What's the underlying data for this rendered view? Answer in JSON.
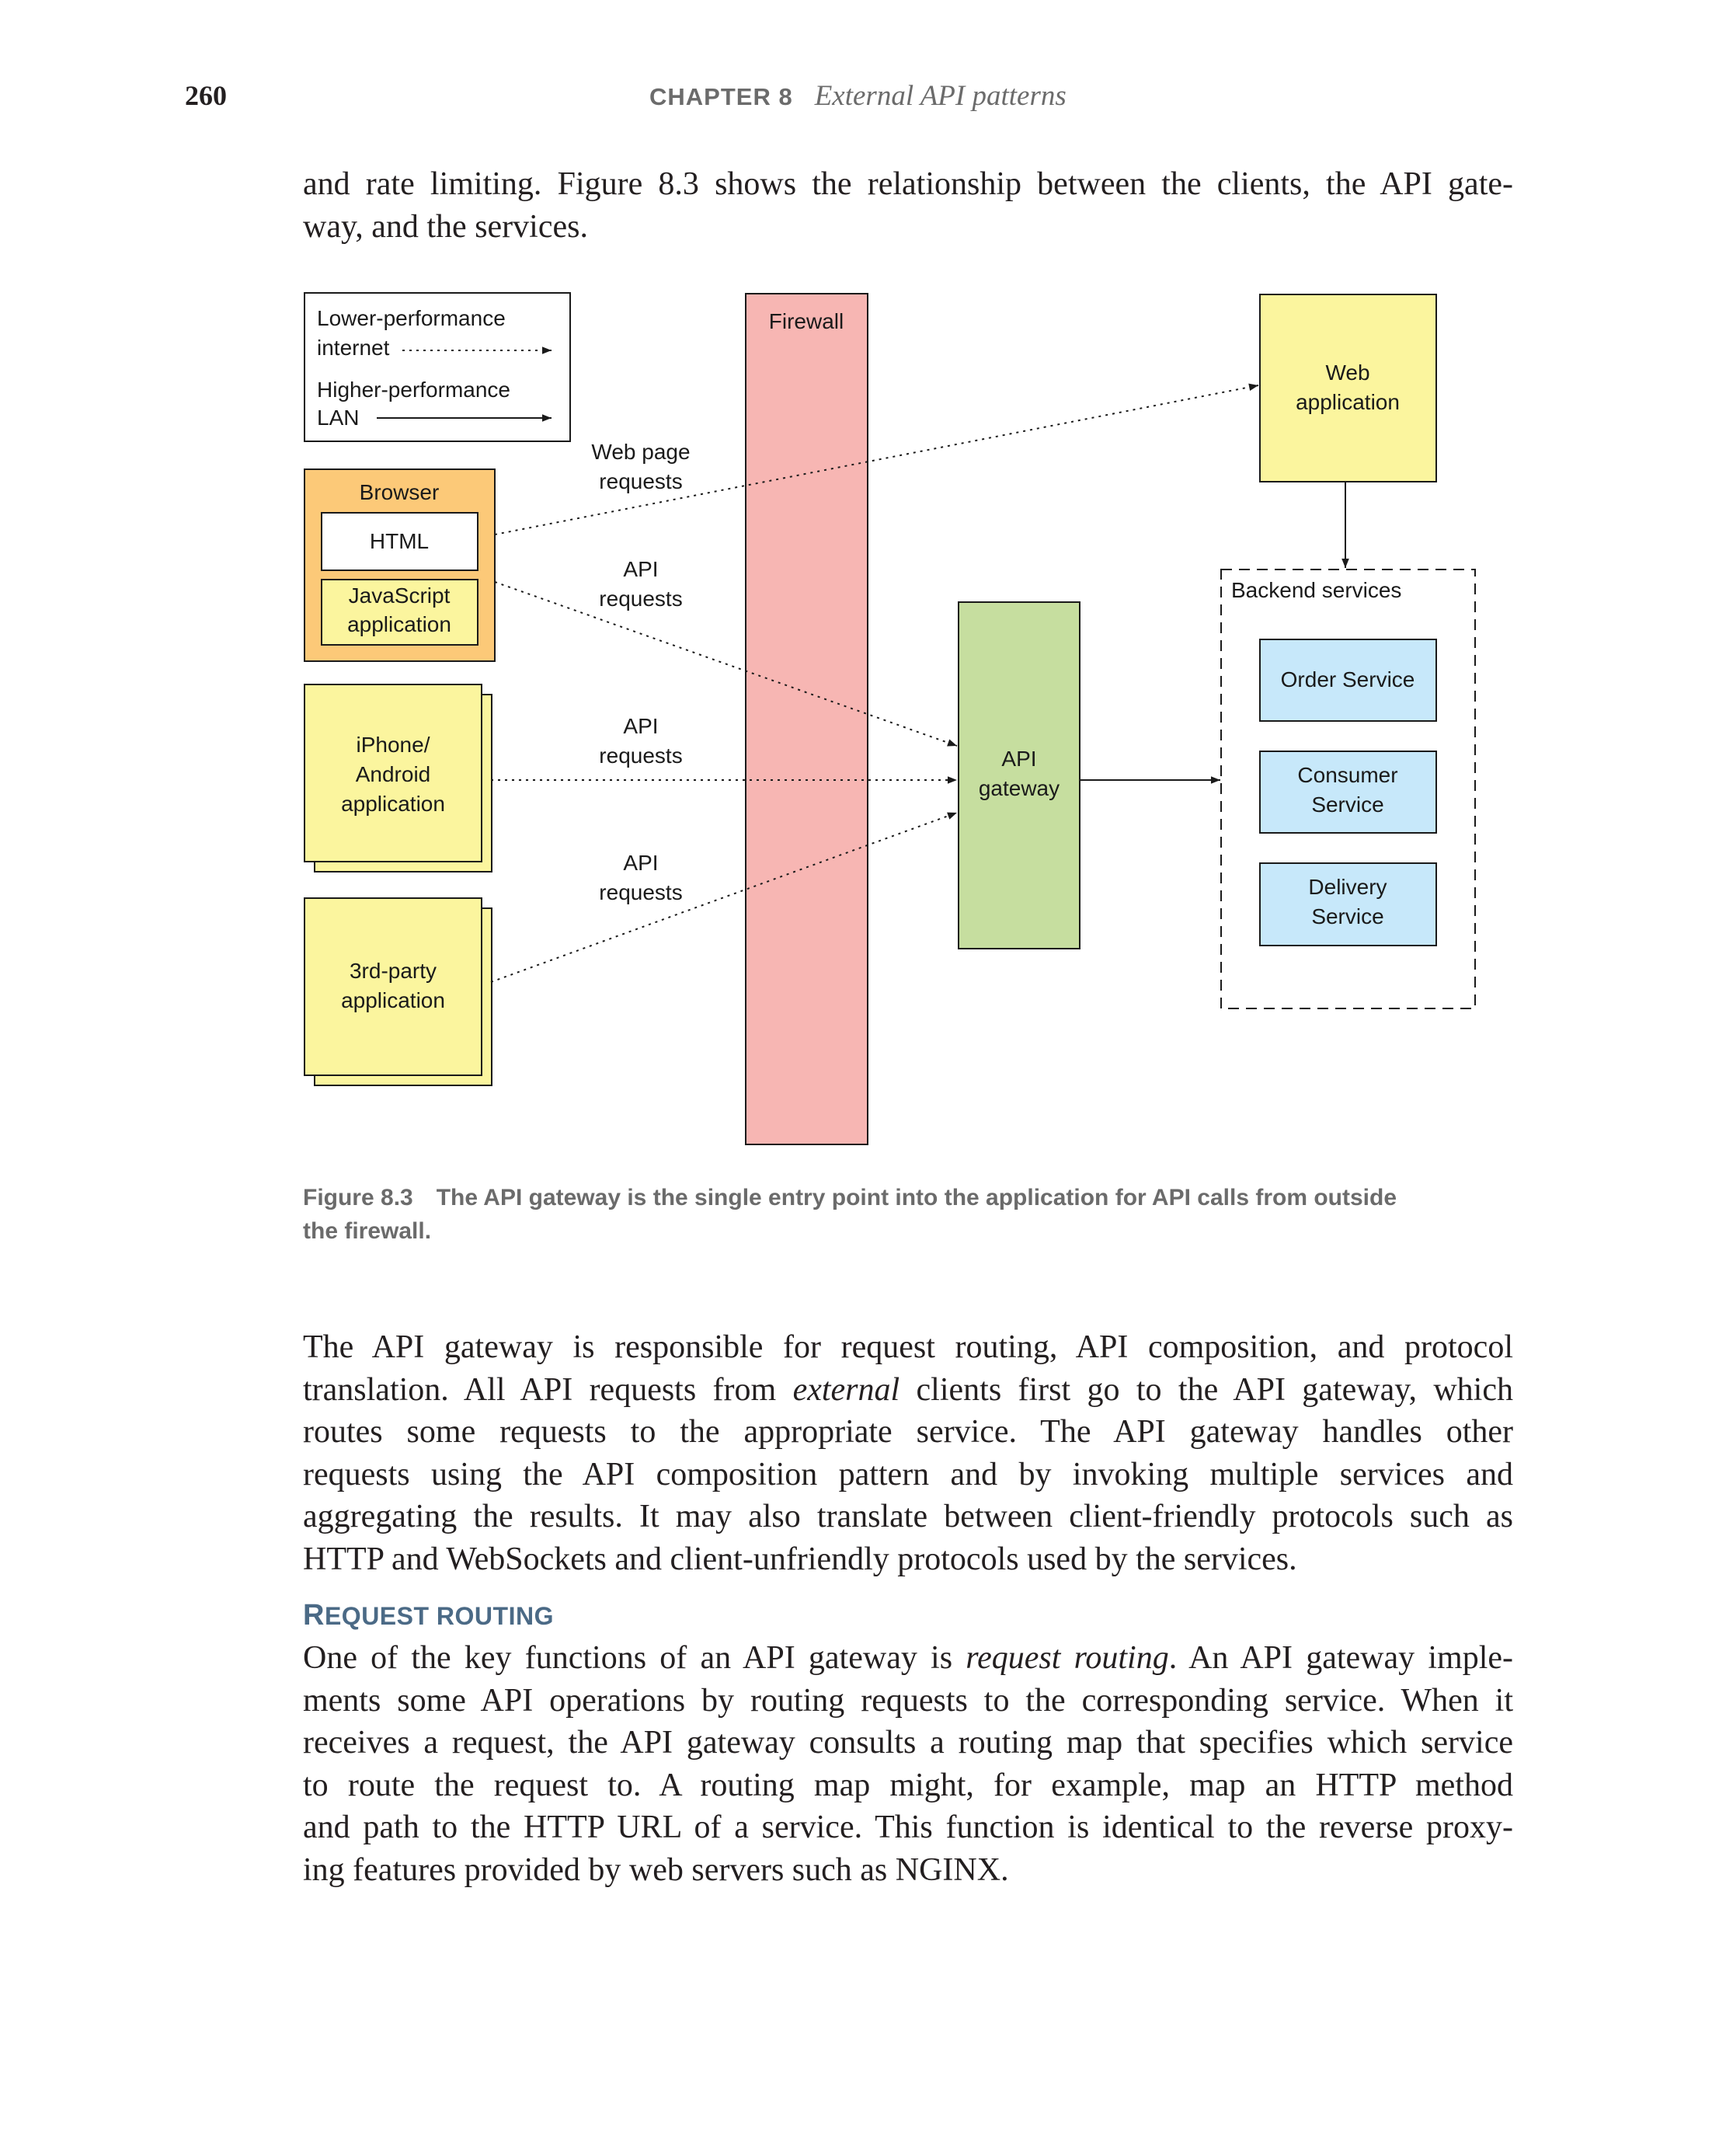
{
  "header": {
    "page_number": "260",
    "chapter_label": "CHAPTER 8",
    "chapter_title": "External API patterns"
  },
  "intro_paragraph": {
    "lines": [
      "and rate limiting. Figure 8.3 shows the relationship between the clients, the API gate-",
      "way, and the services."
    ]
  },
  "figure": {
    "legend": {
      "lower_line1": "Lower-performance",
      "lower_line2": "internet",
      "higher_line1": "Higher-performance",
      "higher_line2": "LAN"
    },
    "firewall_label": "Firewall",
    "browser": {
      "label": "Browser",
      "html_label": "HTML",
      "js_line1": "JavaScript",
      "js_line2": "application"
    },
    "mobile": {
      "line1": "iPhone/",
      "line2": "Android",
      "line3": "application"
    },
    "third_party": {
      "line1": "3rd-party",
      "line2": "application"
    },
    "web_page_requests": {
      "line1": "Web page",
      "line2": "requests"
    },
    "api_requests_1": {
      "line1": "API",
      "line2": "requests"
    },
    "api_requests_2": {
      "line1": "API",
      "line2": "requests"
    },
    "api_requests_3": {
      "line1": "API",
      "line2": "requests"
    },
    "api_gateway": {
      "line1": "API",
      "line2": "gateway"
    },
    "web_application": {
      "line1": "Web",
      "line2": "application"
    },
    "backend_services": {
      "label": "Backend services",
      "order_service": "Order Service",
      "consumer_line1": "Consumer",
      "consumer_line2": "Service",
      "delivery_line1": "Delivery",
      "delivery_line2": "Service"
    },
    "colors": {
      "firewall": "#f7b6b3",
      "browser": "#fcc978",
      "client_app": "#fbf59e",
      "gateway": "#c6de9f",
      "service": "#c7e8fa"
    }
  },
  "caption": {
    "label": "Figure 8.3",
    "text": "The API gateway is the single entry point into the application for API calls from outside",
    "text2": "the firewall."
  },
  "body_paragraph": {
    "l1": "The API gateway is responsible for request routing, API composition, and protocol",
    "l2_pre": "translation. All API requests from ",
    "l2_em": "external",
    "l2_post": " clients first go to the API gateway, which",
    "l3": "routes some requests to the appropriate service. The API gateway handles other",
    "l4": "requests using the API composition pattern and by invoking multiple services and",
    "l5": "aggregating the results. It may also translate between client-friendly protocols such as",
    "l6": "HTTP and WebSockets and client-unfriendly protocols used by the services."
  },
  "section": {
    "initial": "R",
    "rest": "EQUEST ROUTING"
  },
  "routing_paragraph": {
    "l1_pre": "One of the key functions of an API gateway is ",
    "l1_em": "request routing",
    "l1_post": ". An API gateway imple-",
    "l2": "ments some API operations by routing requests to the corresponding service. When it",
    "l3": "receives a request, the API gateway consults a routing map that specifies which service",
    "l4": "to route the request to. A routing map might, for example, map an HTTP method",
    "l5": "and path to the HTTP URL of a service. This function is identical to the reverse proxy-",
    "l6": "ing features provided by web servers such as NGINX."
  }
}
